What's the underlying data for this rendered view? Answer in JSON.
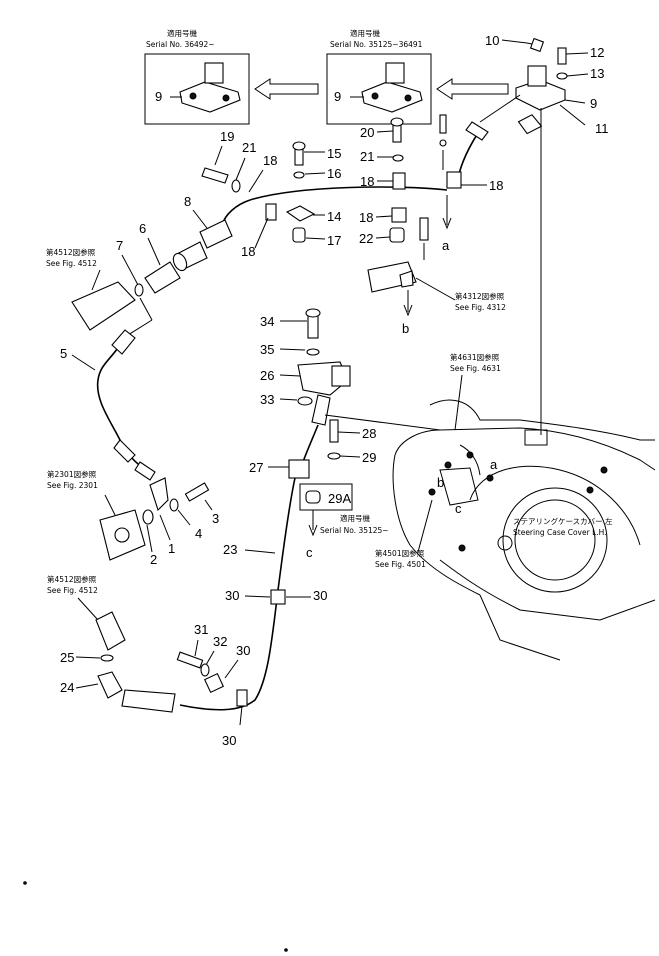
{
  "callouts": {
    "n1": "1",
    "n2": "2",
    "n3": "3",
    "n4": "4",
    "n5": "5",
    "n6": "6",
    "n7": "7",
    "n8": "8",
    "n9a": "9",
    "n9b": "9",
    "n9c": "9",
    "n10": "10",
    "n11": "11",
    "n12": "12",
    "n13": "13",
    "n14": "14",
    "n15": "15",
    "n16": "16",
    "n17": "17",
    "n18a": "18",
    "n18b": "18",
    "n18c": "18",
    "n18d": "18",
    "n18e": "18",
    "n19": "19",
    "n20": "20",
    "n21a": "21",
    "n21b": "21",
    "n22": "22",
    "n23": "23",
    "n24": "24",
    "n25": "25",
    "n26": "26",
    "n27": "27",
    "n28": "28",
    "n29": "29",
    "n29a": "29A",
    "n30a": "30",
    "n30b": "30",
    "n30c": "30",
    "n30d": "30",
    "n31": "31",
    "n32": "32",
    "n33": "33",
    "n34": "34",
    "n35": "35"
  },
  "connectors": {
    "a1": "a",
    "a2": "a",
    "b1": "b",
    "b2": "b",
    "c1": "c",
    "c2": "c"
  },
  "serial_boxes": {
    "box1_jp": "適用号機",
    "box1_serial": "Serial No. 36492~",
    "box2_jp": "適用号機",
    "box2_serial": "Serial No. 35125~36491",
    "box3_jp": "適用号機",
    "box3_serial": "Serial No. 35125~"
  },
  "figure_refs": {
    "r4512a_jp": "第4512図参照",
    "r4512a_en": "See Fig. 4512",
    "r4312_jp": "第4312図参照",
    "r4312_en": "See Fig. 4312",
    "r4631_jp": "第4631図参照",
    "r4631_en": "See Fig. 4631",
    "r2301_jp": "第2301図参照",
    "r2301_en": "See Fig. 2301",
    "r4501_jp": "第4501図参照",
    "r4501_en": "See Fig. 4501",
    "r4512b_jp": "第4512図参照",
    "r4512b_en": "See Fig. 4512"
  },
  "steering_label": {
    "jp": "ステアリングケースカバー 左",
    "en": "Steering Case Cover L.H."
  }
}
